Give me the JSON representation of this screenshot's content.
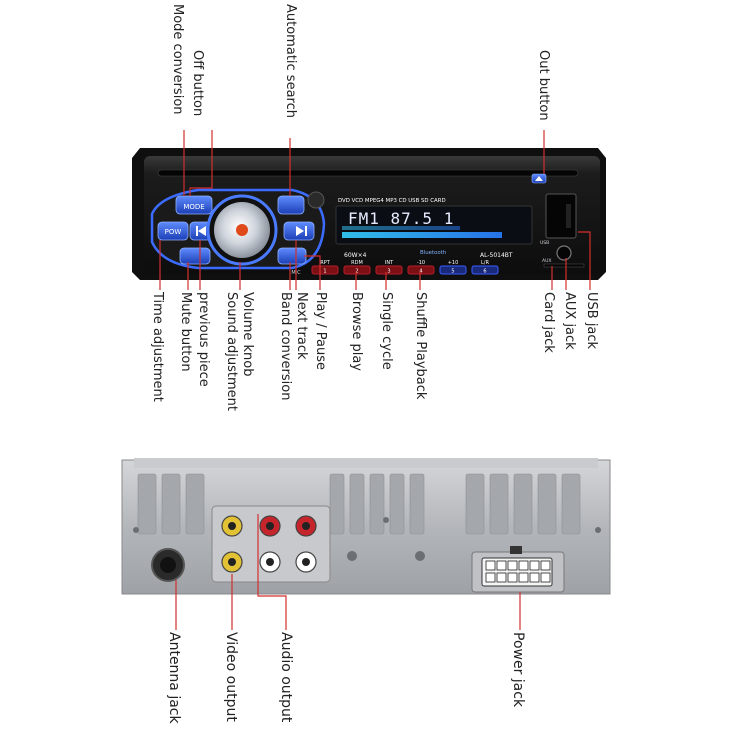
{
  "front_panel": {
    "display_text": "FM1 87.5 1",
    "disc_formats": "DVD VCD MPEG4 MP3 CD USB SD CARD",
    "power_label": "60W×4",
    "bluetooth_label": "Bluetooth",
    "model": "AL-5014BT",
    "buttons": {
      "mode": "MODE",
      "pow": "POW",
      "mic": "MIC",
      "usb_mini": "USB",
      "aux_mini": "AUX",
      "rpt": "RPT",
      "rdm": "RDM",
      "int": "INT",
      "minus10": "-10",
      "plus10": "+10",
      "lr": "L/R",
      "num1": "1",
      "num2": "2",
      "num3": "3",
      "num4": "4",
      "num5": "5",
      "num6": "6"
    }
  },
  "callouts_top": {
    "mode_conversion": "Mode conversion",
    "off_button": "Off button",
    "automatic_search": "Automatic search",
    "out_button": "Out button"
  },
  "callouts_bottom": {
    "time_adjustment": "Time adjustment",
    "mute_button": "Mute button",
    "previous_piece": "previous piece",
    "sound_adjustment": "Sound adjustment",
    "volume_knob": "Volume knob",
    "band_conversion": "Band conversion",
    "next_track": "Next track",
    "play_pause": "Play / Pause",
    "browse_play": "Browse play",
    "single_cycle": "Single cycle",
    "shuffle_playback": "Shuffle Playback",
    "card_jack": "Card jack",
    "aux_jack": "AUX jack",
    "usb_jack": "USB jack"
  },
  "callouts_rear": {
    "antenna_jack": "Antenna jack",
    "video_output": "Video output",
    "audio_output": "Audio output",
    "power_jack": "Power jack"
  },
  "colors": {
    "callout_line": "#d32f2f",
    "panel_dark": "#161616",
    "button_blue": "#2a5bd7",
    "display_bg": "#0b0d14",
    "display_text": "#e6ecff",
    "chassis_gray": "#b9bcc0"
  }
}
